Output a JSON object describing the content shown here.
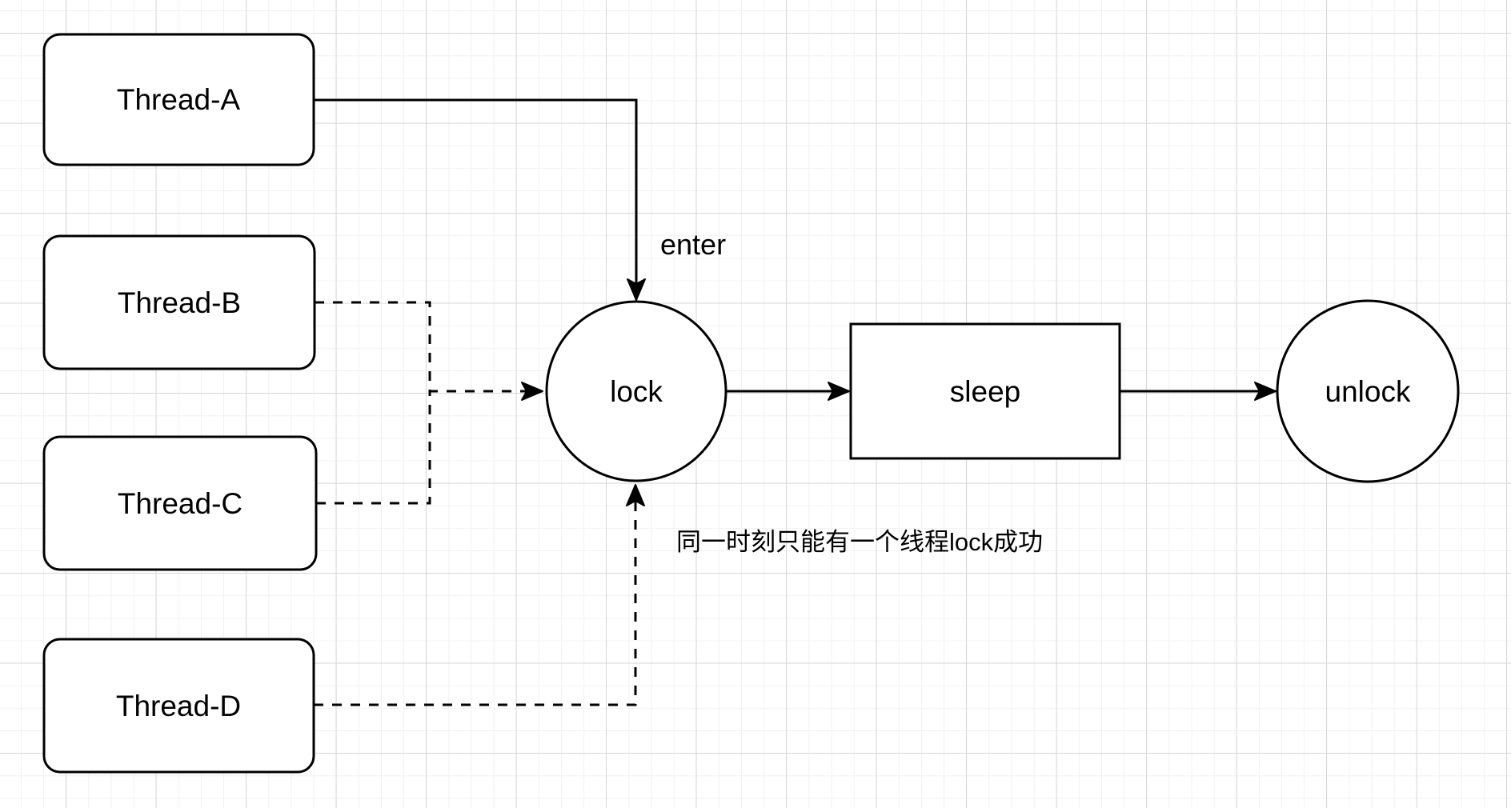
{
  "diagram": {
    "type": "flow-diagram",
    "colors": {
      "background": "#ffffff",
      "grid_minor": "#f1f1f1",
      "grid_major": "#d7d7d7",
      "shape_stroke": "#000000",
      "shape_fill": "#ffffff",
      "text": "#000000"
    }
  },
  "nodes": [
    {
      "id": "thread-a",
      "label": "Thread-A",
      "shape": "rounded-rectangle"
    },
    {
      "id": "thread-b",
      "label": "Thread-B",
      "shape": "rounded-rectangle"
    },
    {
      "id": "thread-c",
      "label": "Thread-C",
      "shape": "rounded-rectangle"
    },
    {
      "id": "thread-d",
      "label": "Thread-D",
      "shape": "rounded-rectangle"
    },
    {
      "id": "lock",
      "label": "lock",
      "shape": "circle"
    },
    {
      "id": "sleep",
      "label": "sleep",
      "shape": "rectangle"
    },
    {
      "id": "unlock",
      "label": "unlock",
      "shape": "circle"
    }
  ],
  "edges": [
    {
      "from": "Thread-A",
      "to": "lock",
      "style": "solid",
      "label": "enter"
    },
    {
      "from": "Thread-B",
      "to": "lock",
      "style": "dashed",
      "label": ""
    },
    {
      "from": "Thread-C",
      "to": "lock",
      "style": "dashed",
      "label": ""
    },
    {
      "from": "Thread-D",
      "to": "lock",
      "style": "dashed",
      "label": ""
    },
    {
      "from": "lock",
      "to": "sleep",
      "style": "solid",
      "label": ""
    },
    {
      "from": "sleep",
      "to": "unlock",
      "style": "solid",
      "label": ""
    }
  ],
  "annotation": {
    "text": "同一时刻只能有一个线程lock成功"
  }
}
